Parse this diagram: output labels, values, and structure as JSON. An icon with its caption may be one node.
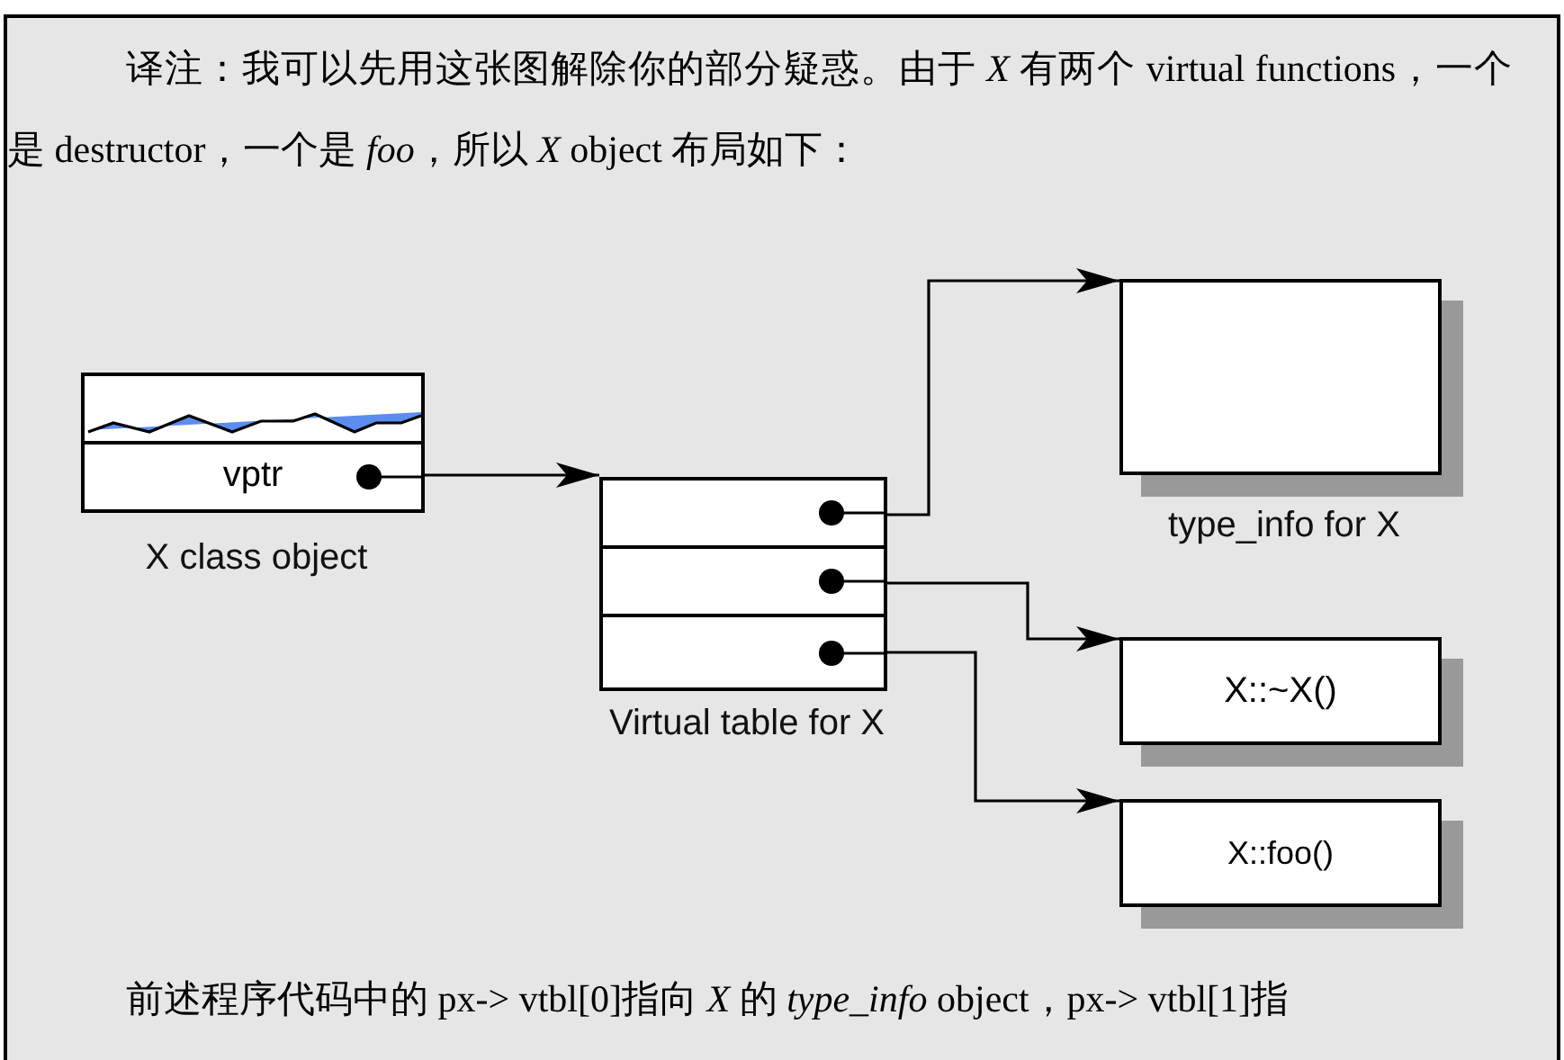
{
  "diagram": {
    "nodes": [
      {
        "text": [],
        "shape": "box",
        "beside": [
          "X class object"
        ]
      },
      {
        "text": [
          "vptr"
        ],
        "in": 0
      },
      {
        "text": [],
        "shape": "box",
        "beside": [
          "Virtual table for X"
        ]
      },
      {
        "text": [],
        "shape": "box",
        "in": 2
      },
      {
        "text": [],
        "shape": "box",
        "in": 2
      },
      {
        "text": [],
        "shape": "box",
        "in": 2
      },
      {
        "text": [],
        "shape": "box",
        "beside": [
          "type_info for X"
        ]
      },
      {
        "text": [
          "X::~X()"
        ]
      },
      {
        "text": [
          "X::foo()"
        ]
      }
    ],
    "edges": [
      {
        "from": 1,
        "to": 2,
        "arrow": "to"
      },
      {
        "from": 3,
        "to": 6,
        "arrow": "to"
      },
      {
        "from": 4,
        "to": 7,
        "arrow": "to"
      },
      {
        "from": 5,
        "to": 8,
        "arrow": "to"
      }
    ],
    "labels": [
      "译注：我可以先用这张图解除你的部分疑惑。由于 *X* 有两个 virtual functions，一个是 destructor，一个是 *foo*，所以 *X* object 布局如下：",
      "前述程序代码中的 px-> vtbl[0]指向 *X* 的 *type_info* object，px-> vtbl[1]指"
    ]
  }
}
